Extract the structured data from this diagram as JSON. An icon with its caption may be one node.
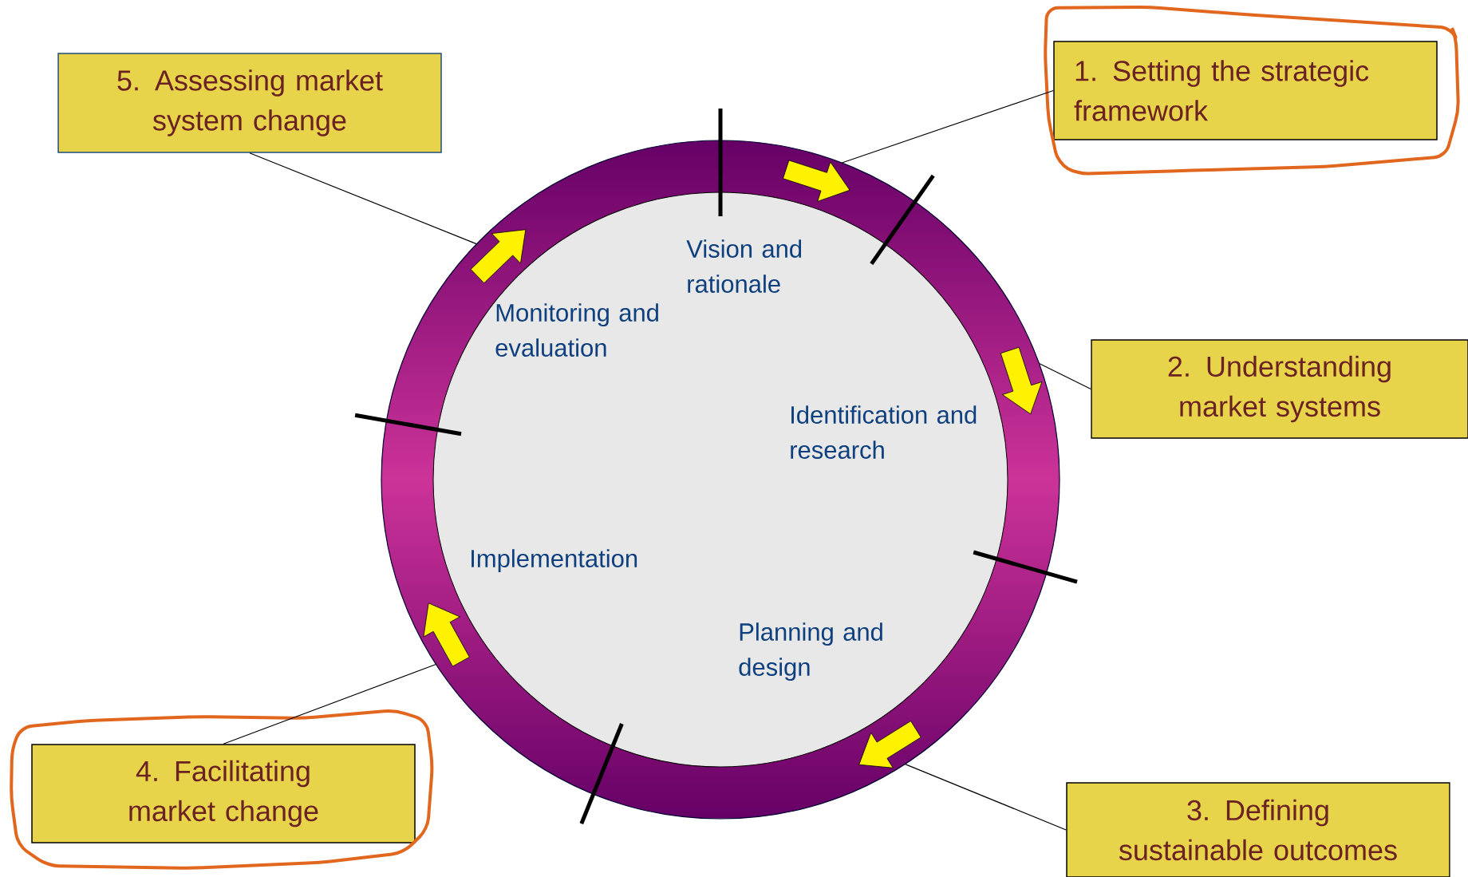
{
  "diagram": {
    "nodes": [
      {
        "text": [
          "1. Setting the strategic framework"
        ]
      },
      {
        "text": [
          "2. Understanding market systems"
        ]
      },
      {
        "text": [
          "3. Defining sustainable outcomes"
        ]
      },
      {
        "text": [
          "4. Facilitating market change"
        ]
      },
      {
        "text": [
          "5. Assessing market system change"
        ]
      },
      {
        "text": [
          "Vision and rationale",
          "Monitoring and evaluation",
          "Identification and research",
          "Implementation",
          "Planning and design"
        ]
      }
    ],
    "edges": [
      {
        "from": 0,
        "to": 5,
        "arrow": "none"
      },
      {
        "from": 1,
        "to": 5,
        "arrow": "none"
      },
      {
        "from": 2,
        "to": 5,
        "arrow": "none"
      },
      {
        "from": 3,
        "to": 5,
        "arrow": "none"
      },
      {
        "from": 4,
        "to": 5,
        "arrow": "none"
      }
    ]
  }
}
